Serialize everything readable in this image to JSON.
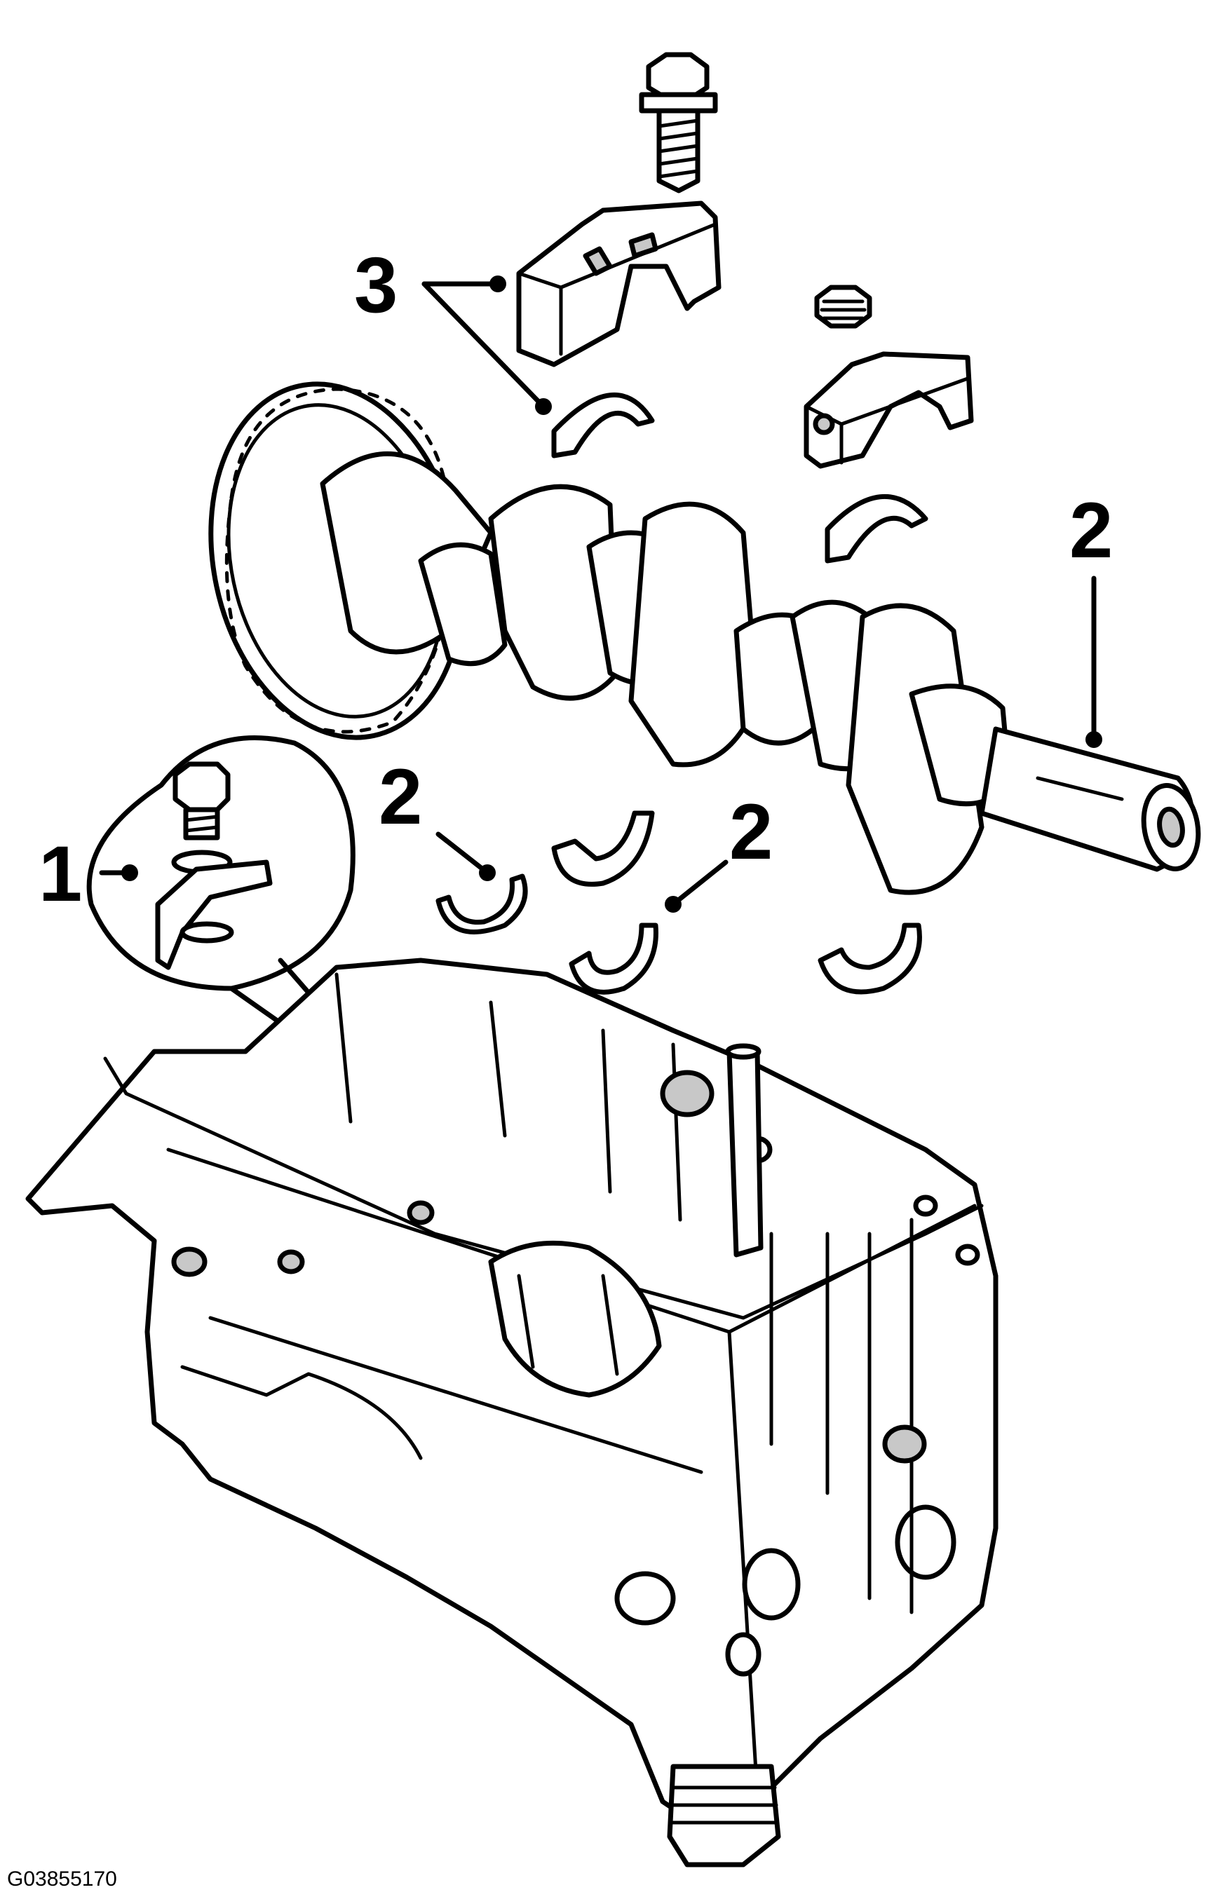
{
  "callouts": {
    "label_1": "1",
    "label_2_right": "2",
    "label_2_left": "2",
    "label_2_middle": "2",
    "label_3": "3"
  },
  "figure_id": "G03855170",
  "colors": {
    "line": "#000000",
    "background": "#ffffff",
    "shade": "#c8c8c8"
  }
}
